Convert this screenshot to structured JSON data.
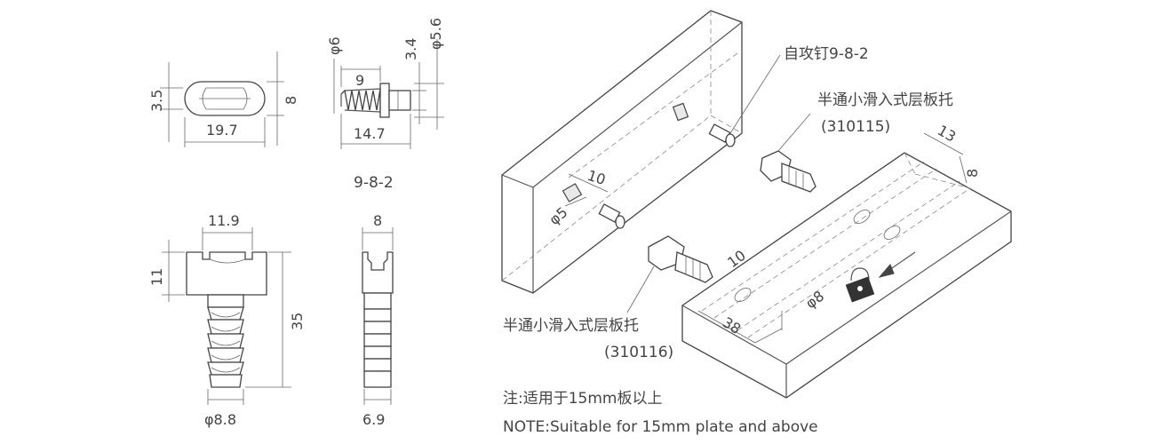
{
  "views": {
    "top_left": {
      "width": "19.7",
      "height": "3.5",
      "height_right": "8"
    },
    "screw": {
      "d_head": "φ6",
      "len_thread": "9",
      "len_total": "14.7",
      "d_small": "3.4",
      "d_pin": "φ5.6",
      "caption": "9-8-2"
    },
    "bottom_left": {
      "top_width": "11.9",
      "head_h": "11",
      "total_h": "35",
      "dia": "φ8.8"
    },
    "bottom_side": {
      "top_width": "8",
      "bottom_width": "6.9"
    }
  },
  "assembly": {
    "screw_label": "自攻钉9-8-2",
    "upper_label_cn": "半通小滑入式层板托",
    "upper_label_code": "(310115)",
    "lower_label_cn": "半通小滑入式层板托",
    "lower_label_code": "(310116)",
    "dims": {
      "d10_top": "10",
      "d5": "φ5",
      "d13": "13",
      "d8": "8",
      "d10_mid": "10",
      "d38": "38",
      "d8_phi": "φ8"
    }
  },
  "notes": {
    "cn": "注:适用于15mm板以上",
    "en": "NOTE:Suitable for 15mm plate and above"
  }
}
